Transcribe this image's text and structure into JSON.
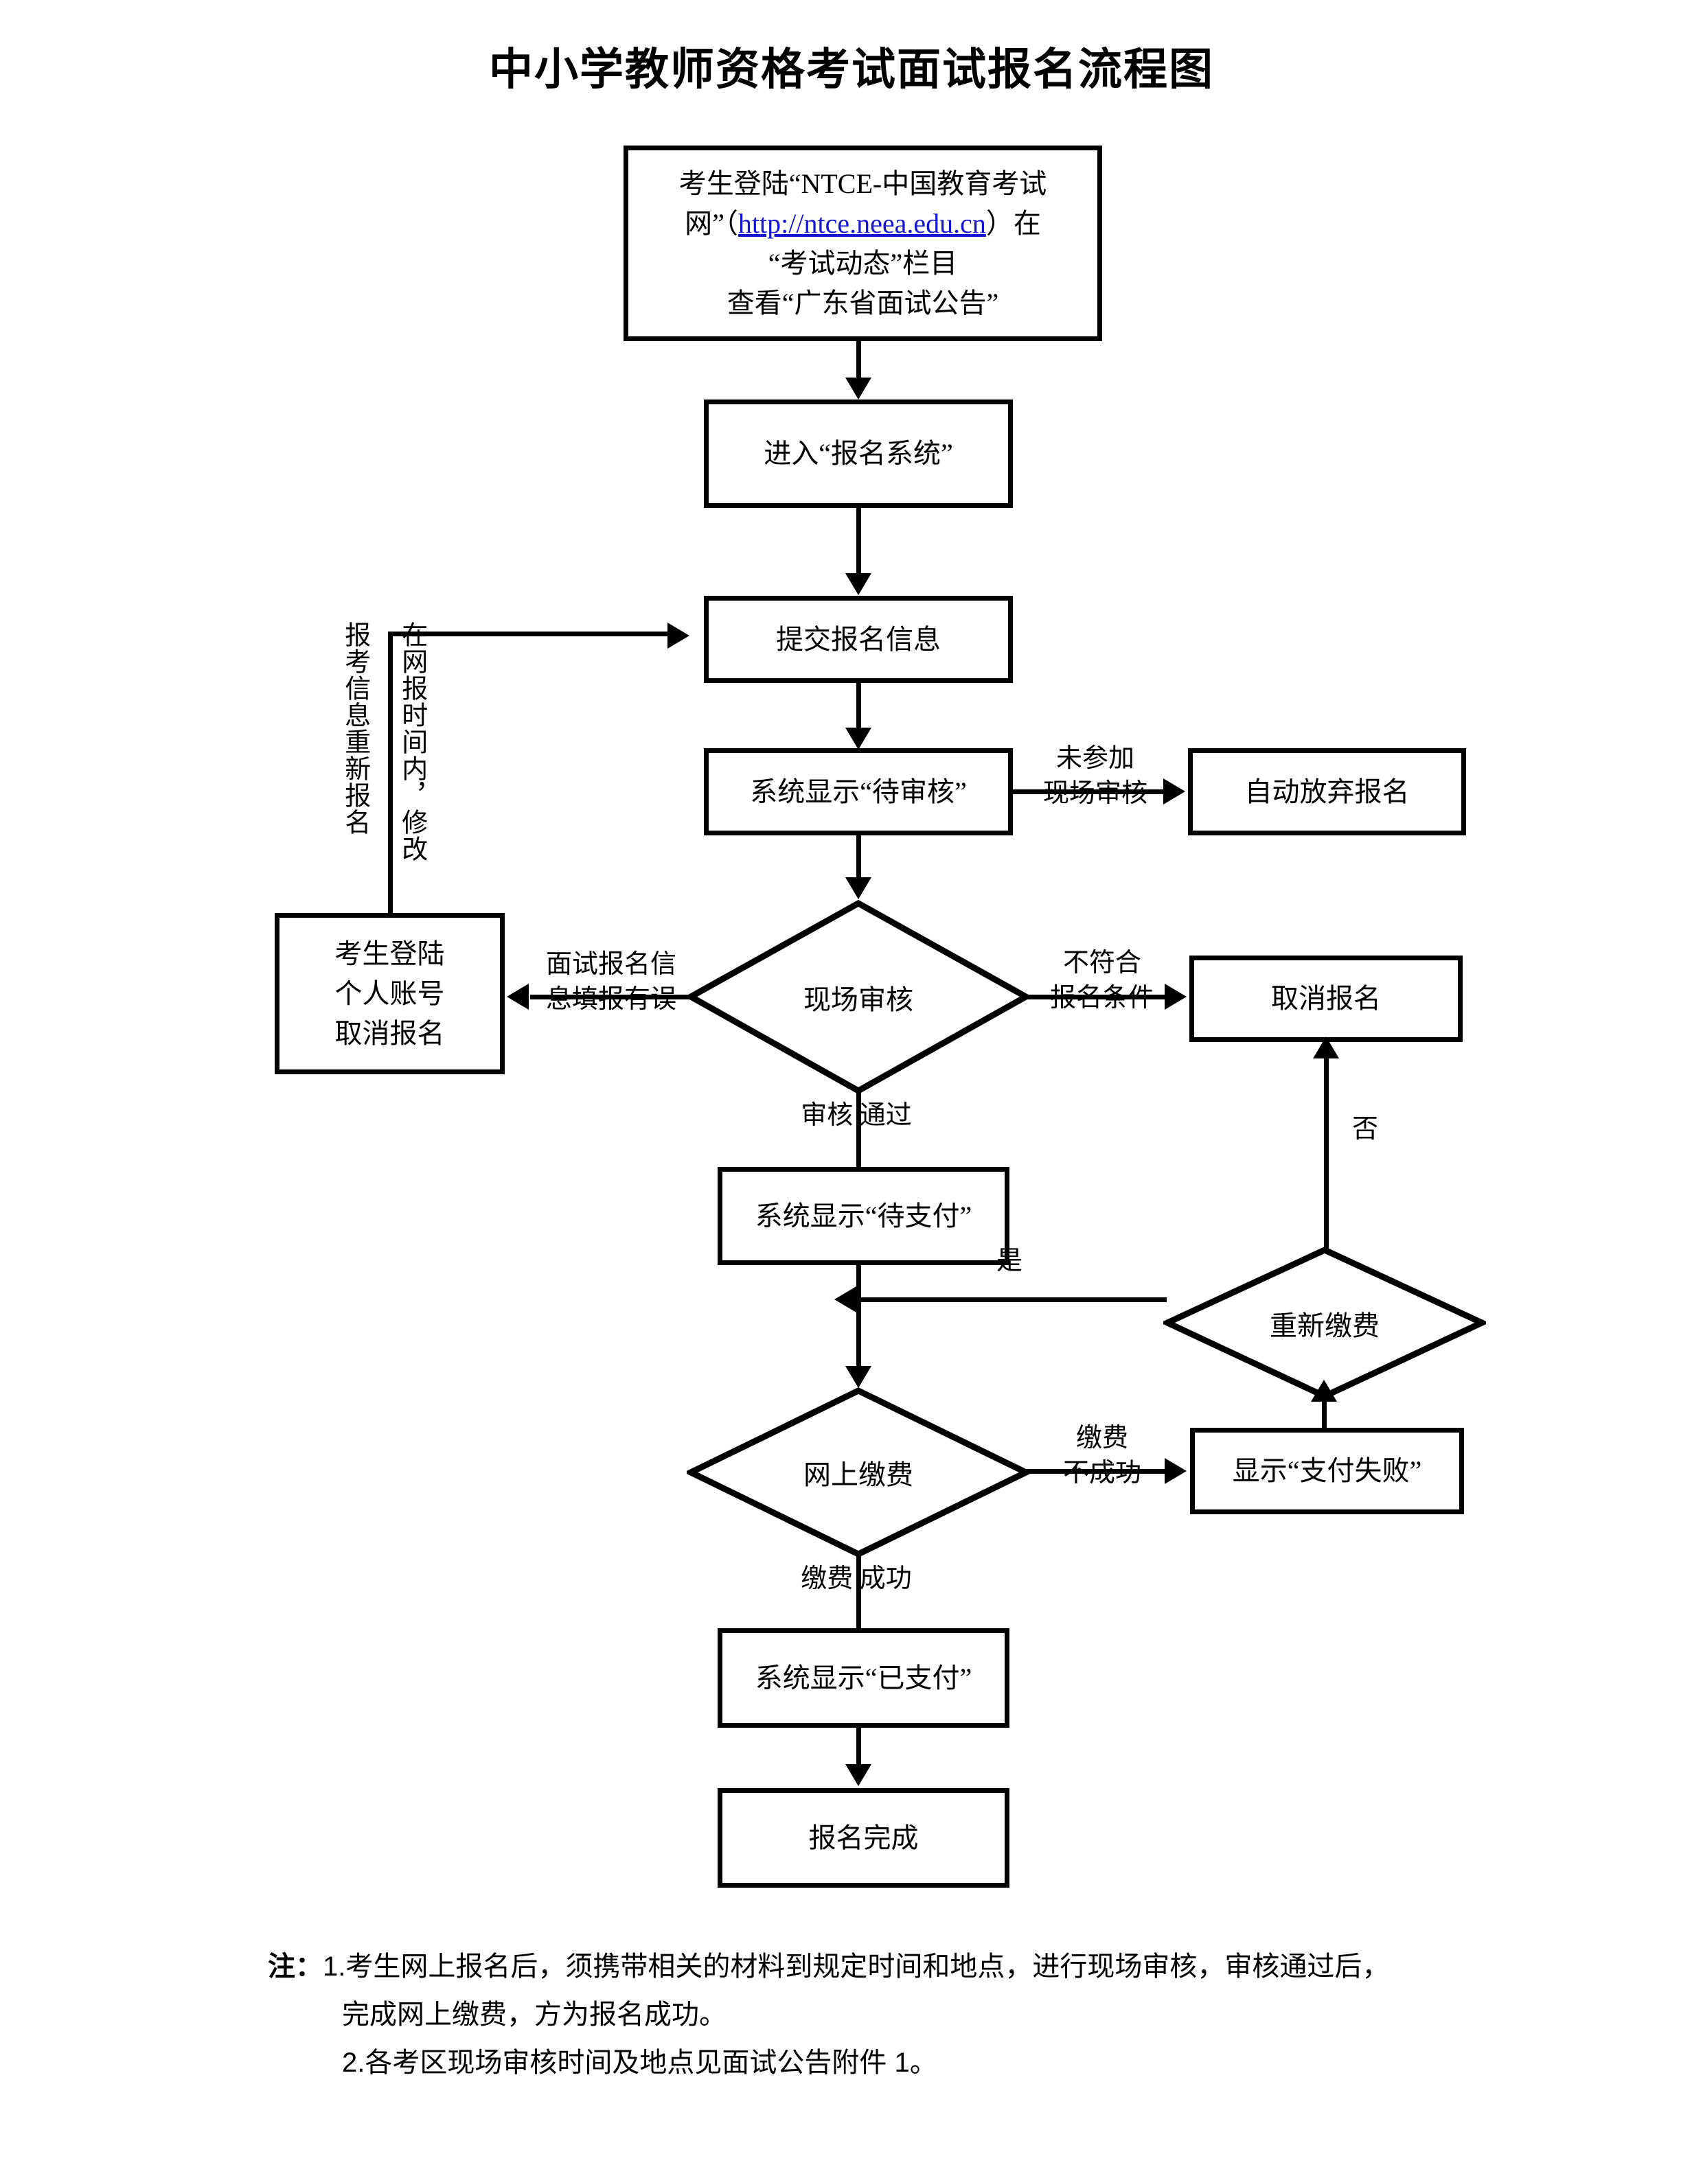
{
  "title": "中小学教师资格考试面试报名流程图",
  "nodes": {
    "start": {
      "line1": "考生登陆“NTCE-中国教育考试",
      "line2_pre": "网”（",
      "link": "http://ntce.neea.edu.cn",
      "line2_post": "）在",
      "line3": "“考试动态”栏目",
      "line4": "查看“广东省面试公告”"
    },
    "enter_system": "进入“报名系统”",
    "submit_info": "提交报名信息",
    "pending_review": "系统显示“待审核”",
    "auto_abandon": "自动放弃报名",
    "cancel_via_account": "考生登陆\n个人账号\n取消报名",
    "onsite_review": "现场审核",
    "cancel_registration": "取消报名",
    "pending_payment": "系统显示“待支付”",
    "repay": "重新缴费",
    "online_payment": "网上缴费",
    "payment_failed": "显示“支付失败”",
    "paid": "系统显示“已支付”",
    "done": "报名完成"
  },
  "edge_labels": {
    "reapply_vertical": "报考信息重新报名",
    "modify_vertical": "在网报时间内，修改",
    "no_onsite": "未参加\n现场审核",
    "info_error": "面试报名信\n息填报有误",
    "not_qualified": "不符合\n报名条件",
    "review_passed": "审核  通过",
    "repay_yes": "是",
    "repay_no": "否",
    "pay_failed": "缴费\n不成功",
    "pay_success": "缴费  成功"
  },
  "notes": {
    "head": "注：",
    "item1_num": "1.",
    "item1_line1": "考生网上报名后，须携带相关的材料到规定时间和地点，进行现场审核，审核通过后，",
    "item1_line2": "完成网上缴费，方为报名成功。",
    "item2": "2.各考区现场审核时间及地点见面试公告附件 1。"
  },
  "colors": {
    "link": "#1515d0",
    "stroke": "#000000",
    "background": "#ffffff"
  }
}
